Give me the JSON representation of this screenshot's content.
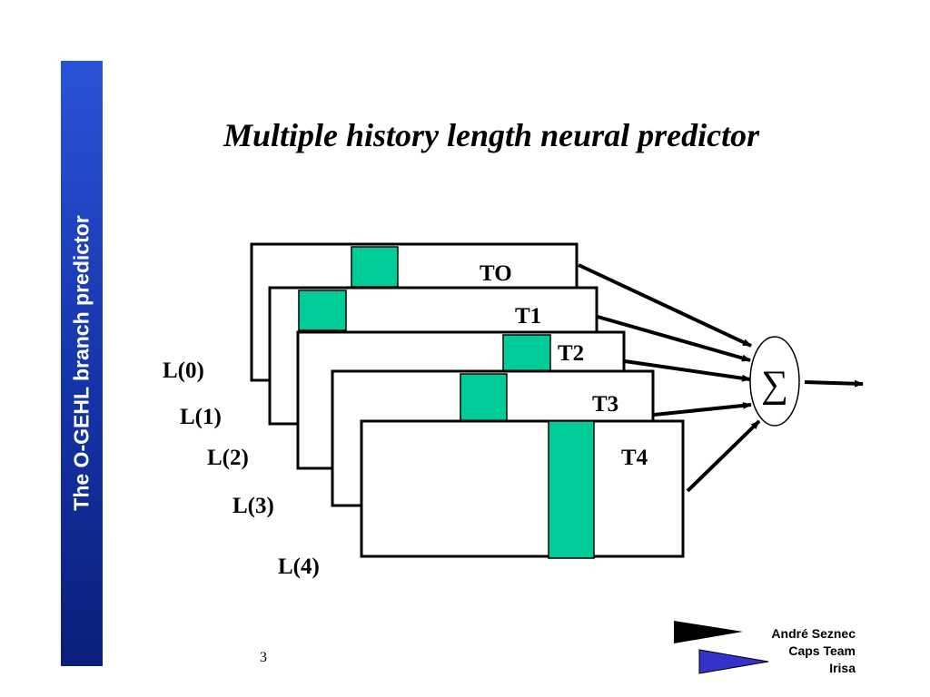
{
  "sidebar": {
    "title": "The O-GEHL branch predictor",
    "color": "#1a3ab8"
  },
  "slide": {
    "title": "Multiple history length neural predictor",
    "page_number": "3"
  },
  "diagram": {
    "tables": [
      {
        "name": "TO",
        "history": "L(0)"
      },
      {
        "name": "T1",
        "history": "L(1)"
      },
      {
        "name": "T2",
        "history": "L(2)"
      },
      {
        "name": "T3",
        "history": "L(3)"
      },
      {
        "name": "T4",
        "history": "L(4)"
      }
    ],
    "summation_symbol": "∑",
    "entry_color": "#00cc99"
  },
  "footer": {
    "author": "André Seznec",
    "team": "Caps Team",
    "institute": "Irisa"
  },
  "logo": {
    "colors": [
      "#000000",
      "#3333cc"
    ]
  }
}
